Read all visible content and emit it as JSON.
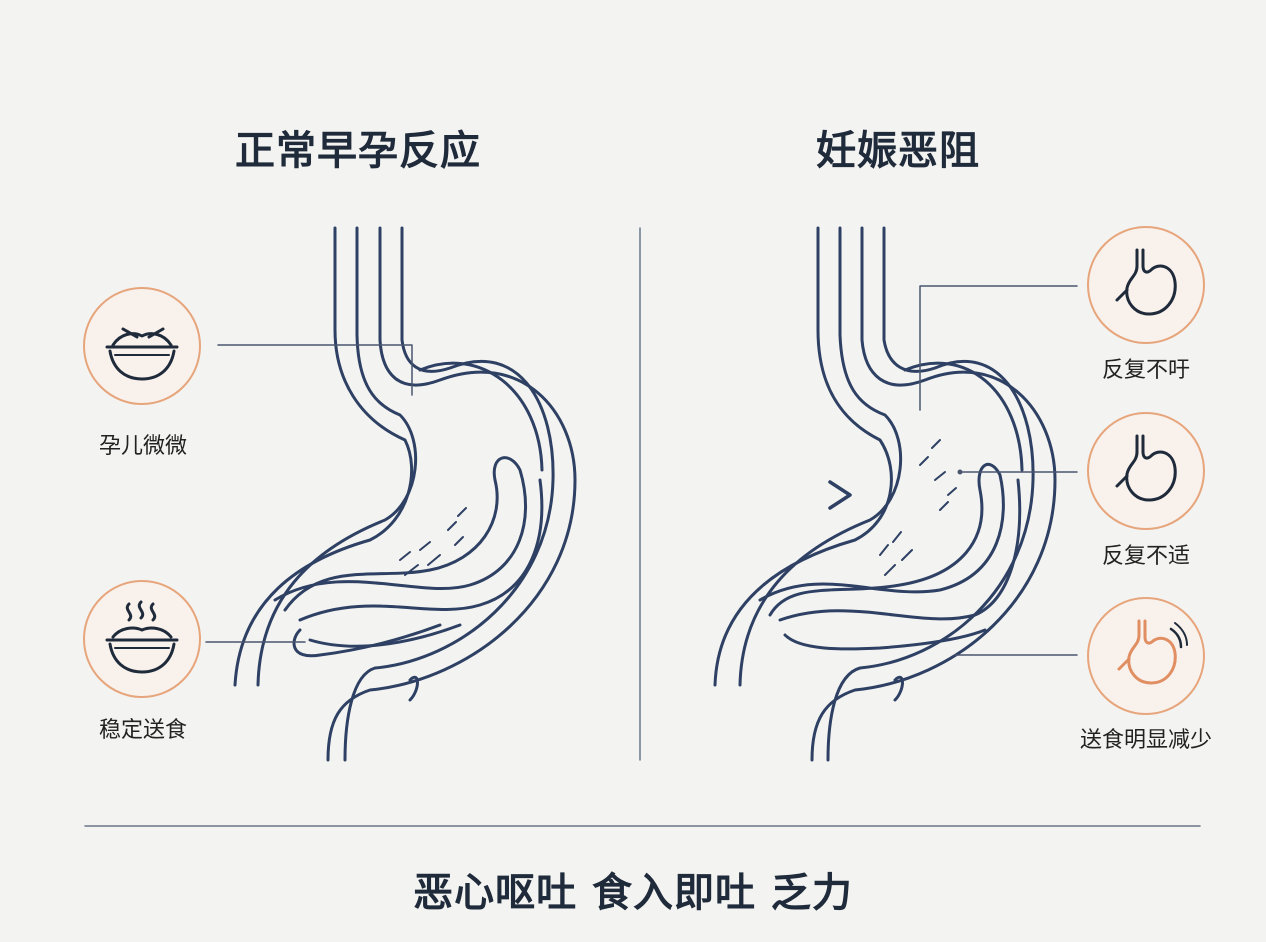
{
  "left_panel": {
    "title": "正常早孕反应",
    "labels": {
      "top": "孕儿微微",
      "bottom": "稳定送食"
    },
    "icons": {
      "top": "bowl-icon",
      "bottom": "steaming-bowl-icon"
    }
  },
  "right_panel": {
    "title": "妊娠恶阻",
    "labels": {
      "top": "反复不吁",
      "middle": "反复不适",
      "bottom": "送食明显减少"
    },
    "icons": {
      "top": "stomach-icon",
      "middle": "stomach-icon",
      "bottom": "irritated-stomach-icon"
    }
  },
  "footer": {
    "text": "恶心呕吐 食入即吐 乏力"
  },
  "colors": {
    "line": "#2e4063",
    "accent": "#e7a57c",
    "background": "#f3f3f1"
  }
}
